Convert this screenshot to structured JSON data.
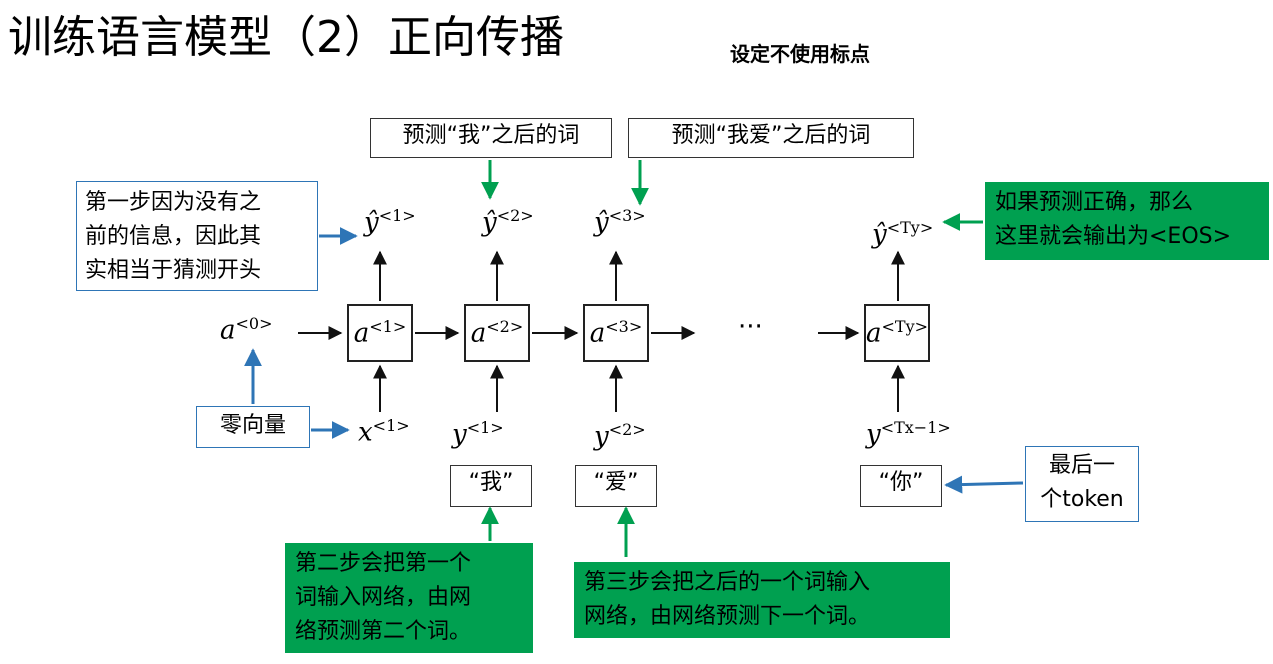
{
  "title": "训练语言模型（2）正向传播",
  "subtitle": "设定不使用标点",
  "colors": {
    "blue": "#2e75b6",
    "green": "#00a050",
    "black": "#111111"
  },
  "top_labels": {
    "predict_after_wo": "预测“我”之后的词",
    "predict_after_woai": "预测“我爱”之后的词"
  },
  "annotations": {
    "first_step": [
      "第一步因为没有之",
      "前的信息，因此其",
      "实相当于猜测开头"
    ],
    "eos_note": [
      "如果预测正确，那么",
      "这里就会输出为<EOS>"
    ],
    "zero_vector": "零向量",
    "last_token": [
      "最后一",
      "个token"
    ],
    "second_step": [
      "第二步会把第一个",
      "词输入网络，由网",
      "络预测第二个词。"
    ],
    "third_step": [
      "第三步会把之后的一个词输入",
      "网络，由网络预测下一个词。"
    ]
  },
  "words": {
    "w1": "“我”",
    "w2": "“爱”",
    "w3": "“你”"
  },
  "math": {
    "a0": {
      "base": "a",
      "sup": "<0>"
    },
    "cells": [
      {
        "base": "a",
        "sup": "<1>"
      },
      {
        "base": "a",
        "sup": "<2>"
      },
      {
        "base": "a",
        "sup": "<3>"
      },
      {
        "base": "a",
        "sup": "<Ty>"
      }
    ],
    "outputs": [
      {
        "base": "ŷ",
        "sup": "<1>"
      },
      {
        "base": "ŷ",
        "sup": "<2>"
      },
      {
        "base": "ŷ",
        "sup": "<3>"
      },
      {
        "base": "ŷ",
        "sup": "<Ty>"
      }
    ],
    "inputs": [
      {
        "base": "x",
        "sup": "<1>"
      },
      {
        "base": "y",
        "sup": "<1>"
      },
      {
        "base": "y",
        "sup": "<2>"
      },
      {
        "base": "y",
        "sup": "<Tx−1>"
      }
    ],
    "ellipsis": "···"
  }
}
